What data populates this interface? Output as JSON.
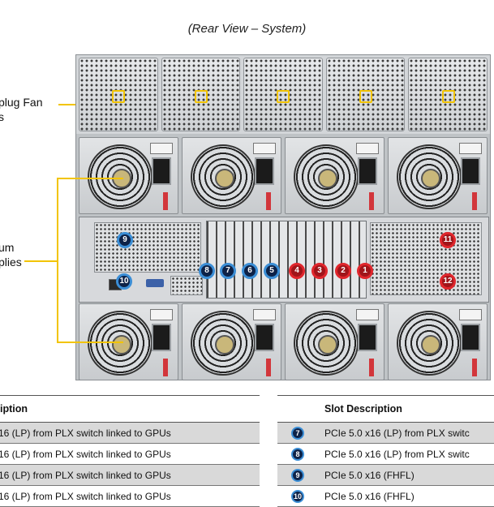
{
  "caption": "(Rear View – System)",
  "callouts": {
    "fans": [
      "plug Fan",
      "s"
    ],
    "psu": [
      "",
      "um",
      "plies"
    ]
  },
  "badges": {
    "blue": [
      "9",
      "10",
      "8",
      "7",
      "6",
      "5"
    ],
    "red": [
      "11",
      "4",
      "3",
      "2",
      "1",
      "12"
    ]
  },
  "left_table": {
    "header": "iption",
    "rows": [
      "16 (LP) from PLX switch linked to GPUs",
      "16 (LP) from PLX switch linked to GPUs",
      "16 (LP) from PLX switch linked to GPUs",
      "16 (LP) from PLX switch linked to GPUs"
    ]
  },
  "right_table": {
    "header": "Slot  Description",
    "rows": [
      {
        "num": "7",
        "text": "PCIe 5.0 x16 (LP) from PLX switc"
      },
      {
        "num": "8",
        "text": "PCIe 5.0 x16 (LP) from PLX switc"
      },
      {
        "num": "9",
        "text": "PCIe 5.0 x16 (FHFL)"
      },
      {
        "num": "10",
        "text": "PCIe 5.0 x16 (FHFL)"
      }
    ]
  },
  "colors": {
    "accent_line": "#f2c400",
    "badge_blue": "#0d2248",
    "badge_red": "#a0151a",
    "row_shade": "#d9d9d9"
  }
}
